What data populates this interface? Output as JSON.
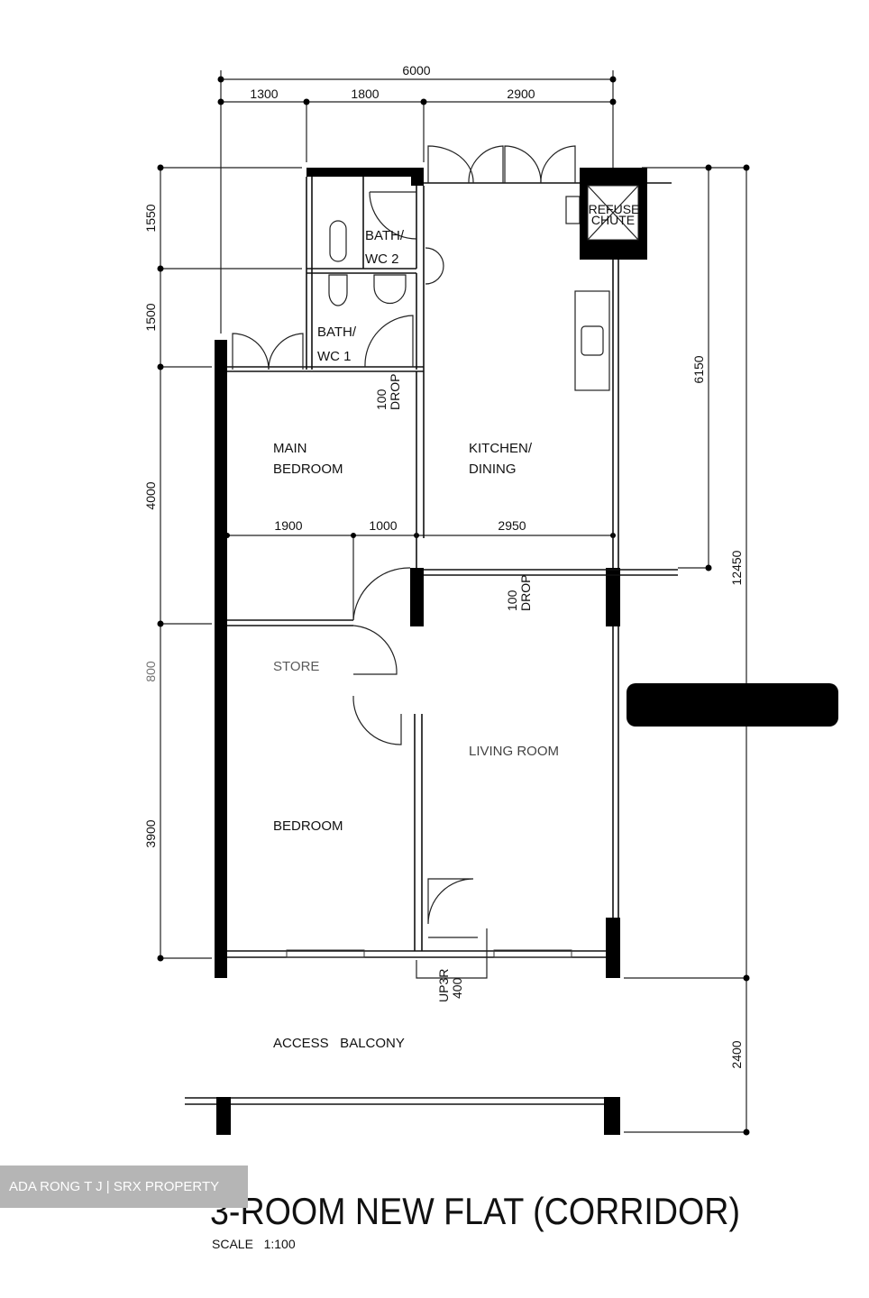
{
  "plan": {
    "title": "3-ROOM NEW FLAT (CORRIDOR)",
    "scale": "SCALE   1:100",
    "watermark": "ADA RONG T J | SRX PROPERTY",
    "rooms": {
      "bath2_a": "BATH/",
      "bath2_b": "WC  2",
      "bath1_a": "BATH/",
      "bath1_b": "WC  1",
      "main_bedroom_a": "MAIN",
      "main_bedroom_b": "BEDROOM",
      "kitchen_a": "KITCHEN/",
      "kitchen_b": "DINING",
      "store": "STORE",
      "living": "LIVING ROOM",
      "bedroom": "BEDROOM",
      "balcony": "ACCESS   BALCONY",
      "refuse_a": "REFUSE",
      "refuse_b": "CHUTE"
    },
    "notes": {
      "drop1_a": "100",
      "drop1_b": "DROP",
      "drop2_a": "100",
      "drop2_b": "DROP",
      "up_a": "UP3R",
      "up_b": "400"
    },
    "dimensions": {
      "top_total": "6000",
      "top": [
        "1300",
        "1800",
        "2900"
      ],
      "mid": [
        "1900",
        "1000",
        "2950"
      ],
      "left": [
        "1550",
        "1500",
        "4000",
        "800",
        "3900"
      ],
      "right_inner": "6150",
      "right_total": "12450",
      "right_balcony": "2400"
    }
  }
}
